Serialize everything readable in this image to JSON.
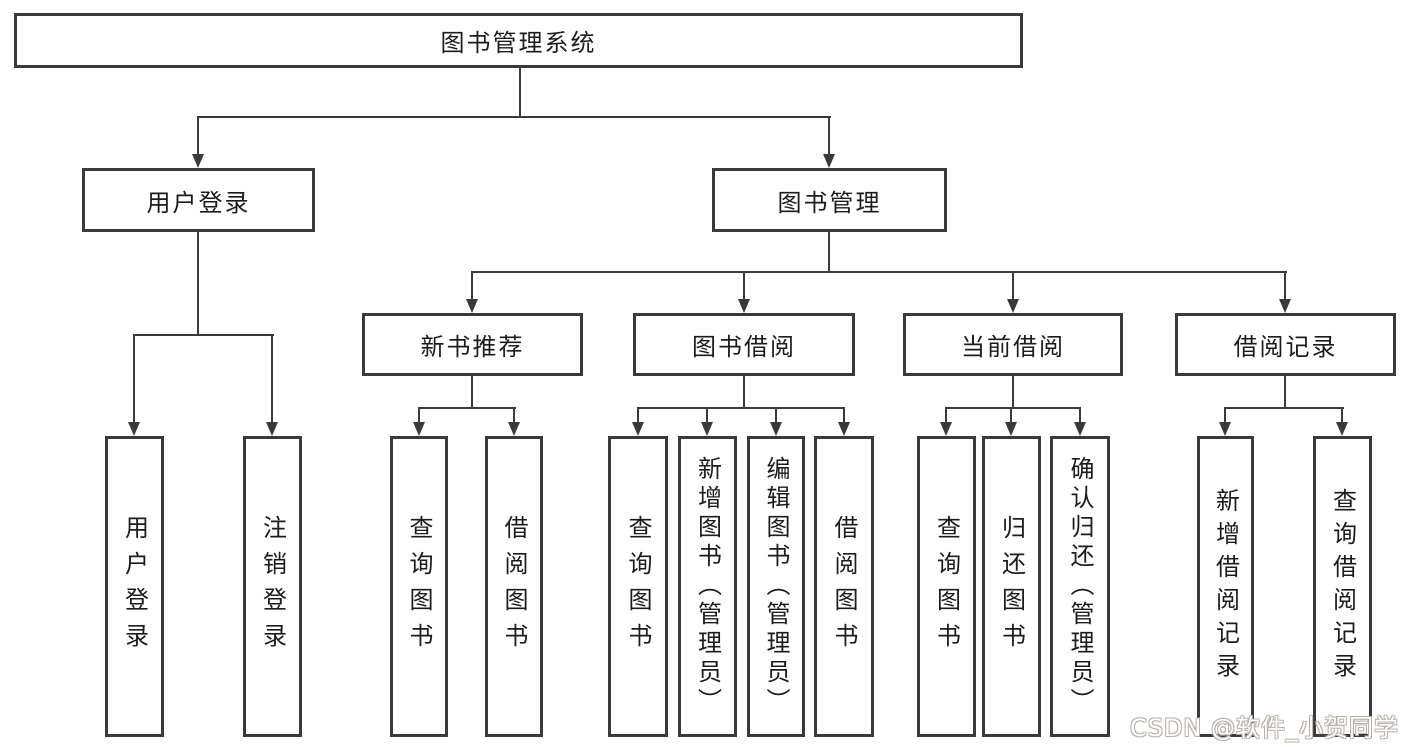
{
  "tree": {
    "root": "图书管理系统",
    "branches": [
      {
        "label": "用户登录",
        "children": [
          "用户登录",
          "注销登录"
        ]
      },
      {
        "label": "图书管理",
        "sections": [
          {
            "label": "新书推荐",
            "children": [
              "查询图书",
              "借阅图书"
            ]
          },
          {
            "label": "图书借阅",
            "children": [
              "查询图书",
              "新增图书（管理员）",
              "编辑图书（管理员）",
              "借阅图书"
            ]
          },
          {
            "label": "当前借阅",
            "children": [
              "查询图书",
              "归还图书",
              "确认归还（管理员）"
            ]
          },
          {
            "label": "借阅记录",
            "children": [
              "新增借阅记录",
              "查询借阅记录"
            ]
          }
        ]
      }
    ]
  },
  "watermark": "CSDN @软件_小贺同学",
  "colors": {
    "line": "#3a3a3a",
    "text": "#1c1c1c",
    "background": "#ffffff",
    "watermark_fill": "#ffffff",
    "watermark_outline": "#b9b2a9"
  }
}
